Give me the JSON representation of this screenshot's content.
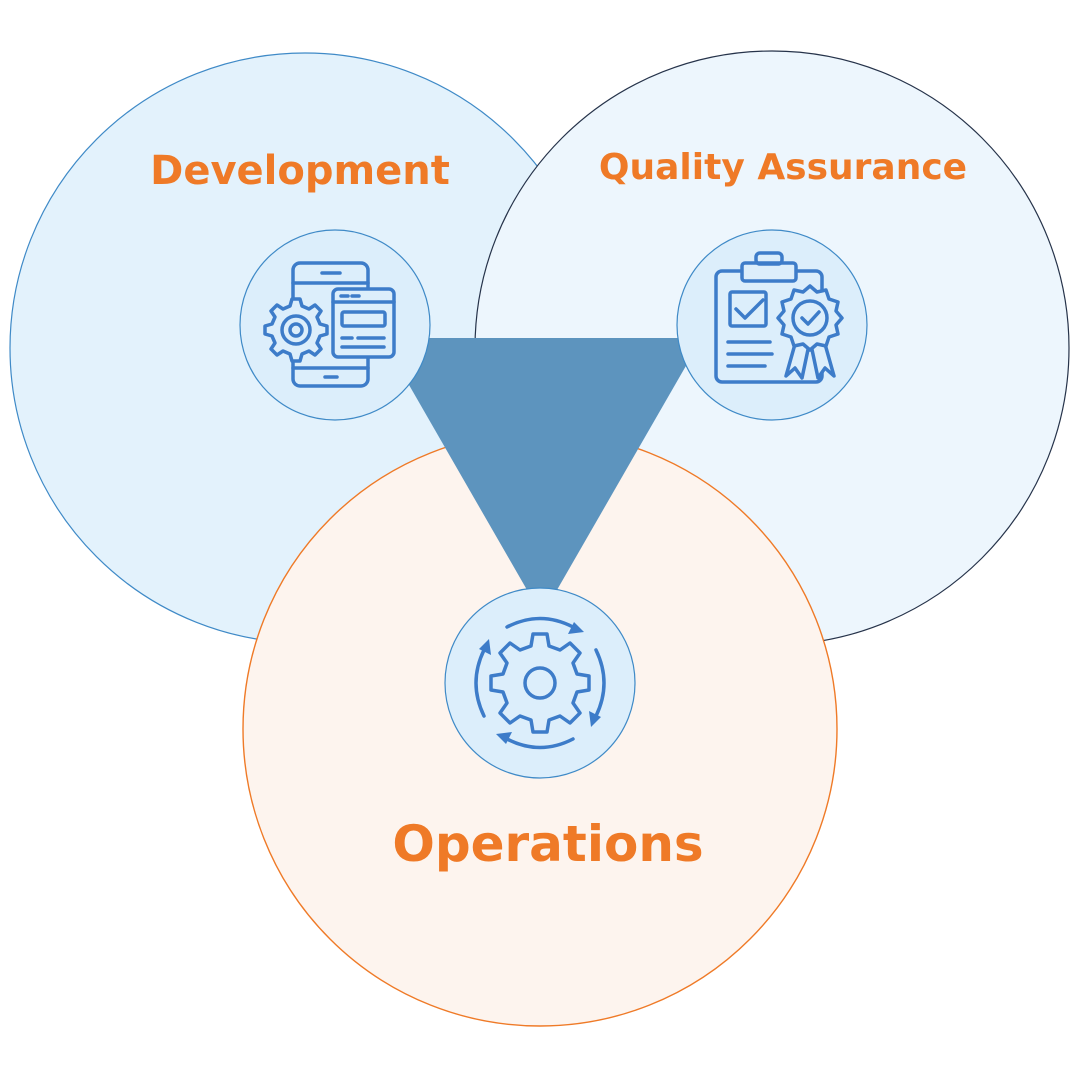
{
  "diagram": {
    "nodes": [
      {
        "id": "development",
        "label": "Development",
        "icon": "mobile-app-settings-icon"
      },
      {
        "id": "quality_assurance",
        "label": "Quality Assurance",
        "icon": "checklist-certificate-icon"
      },
      {
        "id": "operations",
        "label": "Operations",
        "icon": "gear-cycle-icon"
      }
    ]
  },
  "colors": {
    "label_text": "#EF7A27",
    "icon_stroke": "#3D7CC9",
    "triangle_fill": "#5D94BE",
    "dev_circle_fill": "#E3F2FC",
    "dev_circle_stroke": "#3F8AC7",
    "qa_circle_fill": "#EDF6FD",
    "qa_circle_stroke": "#26334A",
    "ops_circle_fill": "#FDF4EE",
    "ops_circle_stroke": "#EF7A27",
    "icon_circle_fill": "#DCEEFB",
    "icon_circle_stroke": "#3F8AC7"
  }
}
